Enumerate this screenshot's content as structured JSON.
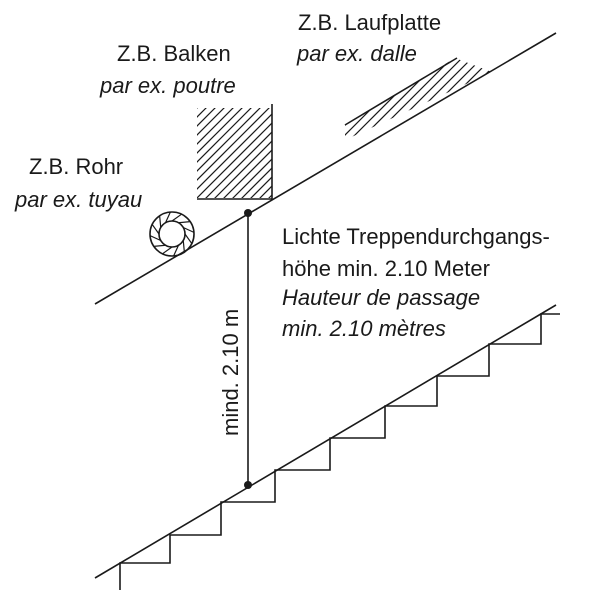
{
  "labels": {
    "beam_de": "Z.B. Balken",
    "beam_fr": "par ex. poutre",
    "slab_de": "Z.B. Laufplatte",
    "slab_fr": "par ex. dalle",
    "pipe_de": "Z.B. Rohr",
    "pipe_fr": "par ex. tuyau",
    "clearance_de_1": "Lichte Treppendurchgangs-",
    "clearance_de_2": "höhe min. 2.10 Meter",
    "clearance_fr_1": "Hauteur de passage",
    "clearance_fr_2": "min. 2.10 mètres",
    "dimension": "mind. 2.10 m"
  }
}
